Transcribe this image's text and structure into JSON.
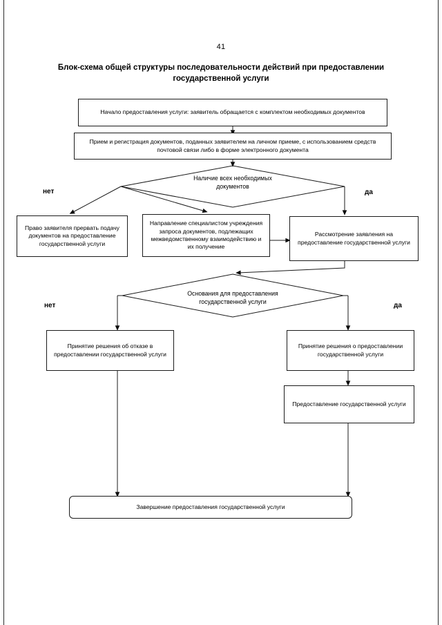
{
  "document": {
    "page_number": "41",
    "title_line1": "Блок-схема общей структуры последовательности действий при предоставлении",
    "title_line2": "государственной услуги"
  },
  "chart_data": {
    "type": "diagram",
    "title": "Блок-схема общей структуры последовательности действий при предоставлении государственной услуги",
    "nodes": [
      {
        "id": "start",
        "shape": "process",
        "text": "Начало предоставления услуги: заявитель обращается с комплектом необходимых документов"
      },
      {
        "id": "intake",
        "shape": "process",
        "text": "Прием и регистрация документов, поданных заявителем на личном приеме, с использованием средств почтовой связи либо в форме электронного документа"
      },
      {
        "id": "decision1",
        "shape": "decision",
        "text_line1": "Наличие всех необходимых",
        "text_line2": "документов"
      },
      {
        "id": "interrupt",
        "shape": "process",
        "text": "Право заявителя прервать подачу документов на предоставление государственной услуги"
      },
      {
        "id": "interdep",
        "shape": "process",
        "text": "Направление специалистом учреждения запроса документов, подлежащих межведомственному взаимодействию и их получение"
      },
      {
        "id": "review",
        "shape": "process",
        "text": "Рассмотрение заявления на предоставление государственной услуги"
      },
      {
        "id": "decision2",
        "shape": "decision",
        "text_line1": "Основания для предоставления",
        "text_line2": "государственной услуги"
      },
      {
        "id": "refusal",
        "shape": "process",
        "text": "Принятие решения об отказе в предоставлении государственной услуги"
      },
      {
        "id": "grant",
        "shape": "process",
        "text": "Принятие решения о предоставлении государственной услуги"
      },
      {
        "id": "provide",
        "shape": "process",
        "text": "Предоставление государственной услуги"
      },
      {
        "id": "finish",
        "shape": "terminator",
        "text": "Завершение предоставления государственной услуги"
      }
    ],
    "branch_labels": {
      "decision1_no": "нет",
      "decision1_yes": "да",
      "decision2_no": "нет",
      "decision2_yes": "да"
    },
    "edges": [
      {
        "from": "start",
        "to": "intake",
        "label": ""
      },
      {
        "from": "intake",
        "to": "decision1",
        "label": ""
      },
      {
        "from": "decision1",
        "to": "interrupt",
        "label": "нет"
      },
      {
        "from": "decision1",
        "to": "interdep",
        "label": "нет"
      },
      {
        "from": "decision1",
        "to": "review",
        "label": "да"
      },
      {
        "from": "interdep",
        "to": "review",
        "label": ""
      },
      {
        "from": "review",
        "to": "decision2",
        "label": ""
      },
      {
        "from": "decision2",
        "to": "refusal",
        "label": "нет"
      },
      {
        "from": "decision2",
        "to": "grant",
        "label": "да"
      },
      {
        "from": "grant",
        "to": "provide",
        "label": ""
      },
      {
        "from": "refusal",
        "to": "finish",
        "label": ""
      },
      {
        "from": "provide",
        "to": "finish",
        "label": ""
      }
    ],
    "colors": {
      "stroke": "#1a1a1a",
      "fill": "#ffffff",
      "text": "#000000"
    }
  }
}
